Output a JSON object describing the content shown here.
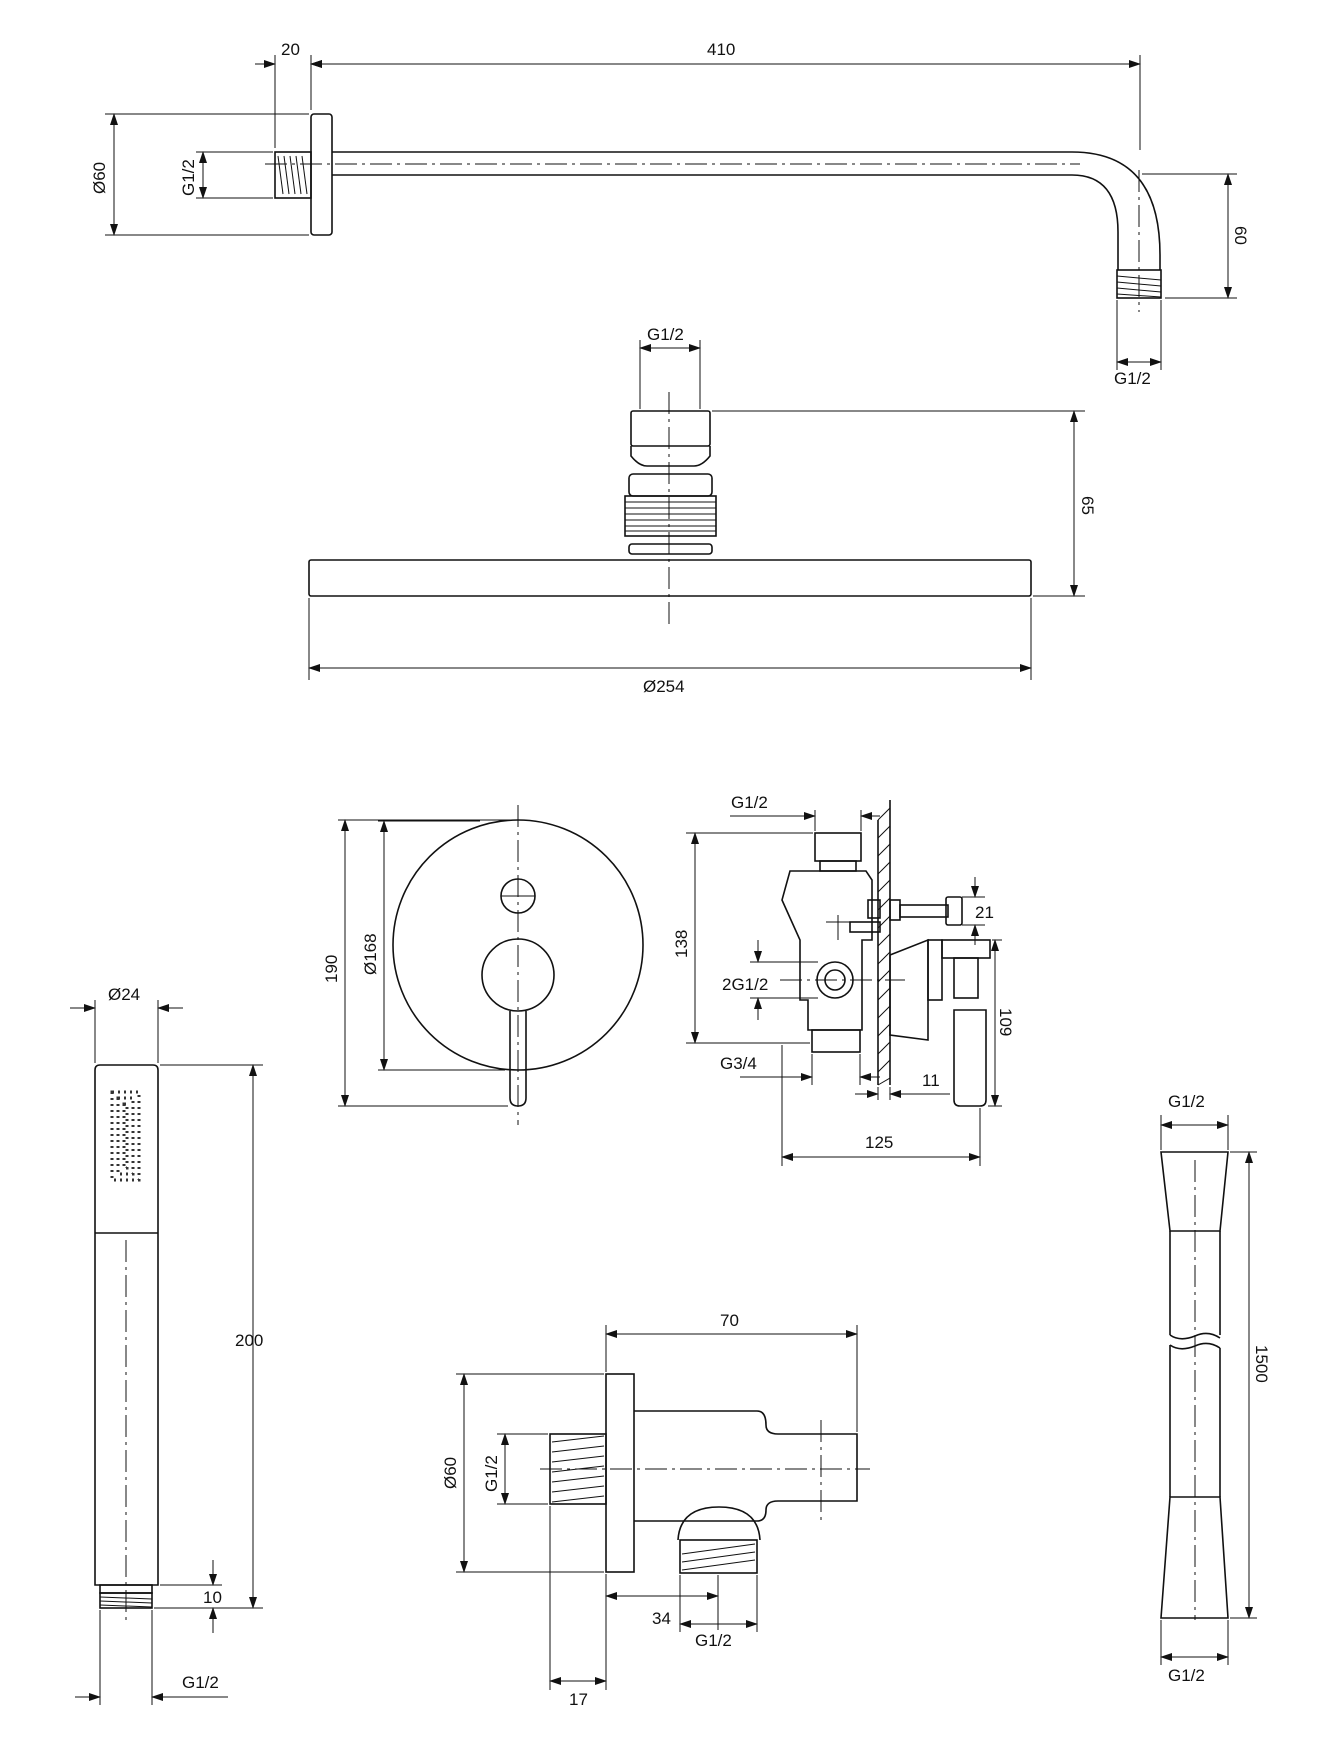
{
  "colors": {
    "ink": "#111111",
    "paper": "#ffffff"
  },
  "shower_arm": {
    "flange_thickness": "20",
    "length": "410",
    "flange_diameter": "Ø60",
    "inlet_thread": "G1/2",
    "drop": "60",
    "outlet_thread": "G1/2"
  },
  "shower_head": {
    "inlet_thread": "G1/2",
    "height": "65",
    "diameter": "Ø254"
  },
  "mixer_front": {
    "plate_outer": "190",
    "plate_diameter": "Ø168"
  },
  "mixer_side": {
    "top_thread": "G1/2",
    "body_height": "138",
    "spout_height": "21",
    "side_threads": "2G1/2",
    "handle_height": "109",
    "bottom_thread": "G3/4",
    "wall_gap": "11",
    "depth": "125"
  },
  "hand_shower": {
    "diameter": "Ø24",
    "length": "200",
    "thread_length": "10",
    "thread": "G1/2"
  },
  "wall_outlet": {
    "length": "70",
    "flange_diameter": "Ø60",
    "inlet_thread": "G1/2",
    "outlet_offset": "34",
    "outlet_thread": "G1/2",
    "flange_depth": "17"
  },
  "hose": {
    "top_thread": "G1/2",
    "length": "1500",
    "bottom_thread": "G1/2"
  }
}
